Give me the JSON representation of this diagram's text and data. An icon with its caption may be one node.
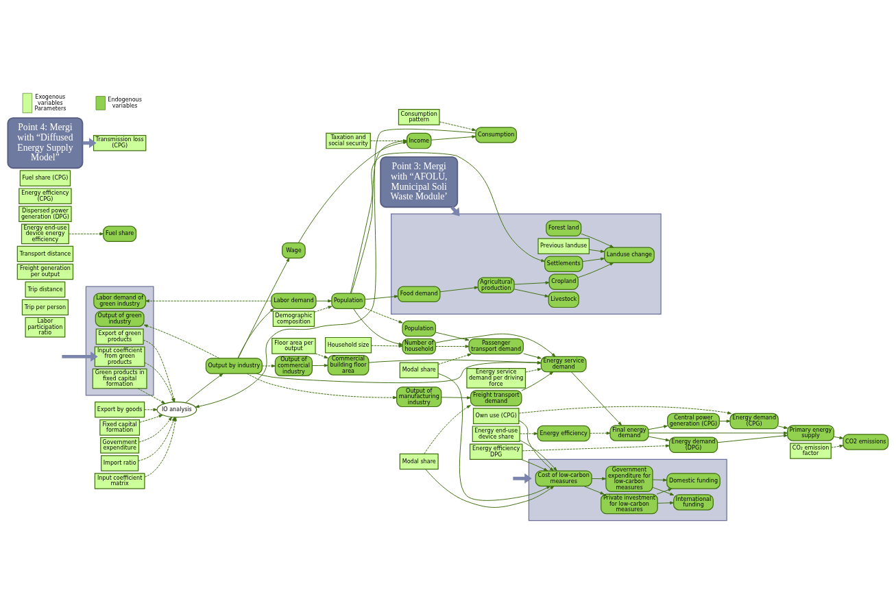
{
  "diagram": {
    "nodes": [
      {
        "text": [],
        "shape": "box"
      },
      {
        "text": [
          "Export of green products"
        ],
        "in": 0
      },
      {
        "text": [
          "Input coefficient from green products"
        ],
        "in": 0
      },
      {
        "text": [
          "Green products in fixed capital formation"
        ],
        "in": 0
      },
      {
        "text": [
          "Output of green industry"
        ],
        "in": 0
      },
      {
        "text": [
          "Labor demand of green industry"
        ],
        "in": 0
      },
      {
        "text": [
          "Export by goods"
        ]
      },
      {
        "text": [
          "Fixed capital formation"
        ]
      },
      {
        "text": [
          "Government expenditure"
        ]
      },
      {
        "text": [
          "Import ratio"
        ]
      },
      {
        "text": [
          "Input coefficient matrix"
        ]
      },
      {
        "text": [
          "IO analysis"
        ]
      },
      {
        "text": [
          "Output by industry"
        ]
      },
      {
        "text": [
          "Labor demand"
        ]
      },
      {
        "text": [
          "Wage"
        ]
      },
      {
        "text": [
          "Labor participation ratio"
        ]
      },
      {
        "text": [
          "Demographic composition"
        ]
      },
      {
        "text": [
          "Population"
        ]
      },
      {
        "text": [
          "Income"
        ]
      },
      {
        "text": [
          "Taxation and social security"
        ]
      },
      {
        "text": [
          "Consumption"
        ]
      },
      {
        "text": [
          "Consumption pattern"
        ]
      },
      {
        "text": [
          "Household size"
        ]
      },
      {
        "text": [
          "Population"
        ]
      },
      {
        "text": [
          "Number of household"
        ]
      },
      {
        "text": [
          "Output of commercial industry"
        ]
      },
      {
        "text": [
          "Output of manufacturing industry"
        ]
      },
      {
        "text": [
          "Floor area per output"
        ]
      },
      {
        "text": [
          "Commercial building floor area"
        ]
      },
      {
        "text": [
          "Freight transport demand"
        ]
      },
      {
        "text": [
          "Passenger transport demand"
        ]
      },
      {
        "text": [
          "Energy service demand per driving force"
        ]
      },
      {
        "text": [
          "Trip per person"
        ]
      },
      {
        "text": [
          "Trip distance"
        ]
      },
      {
        "text": [
          "Modal share"
        ]
      },
      {
        "text": [
          "Freight generation per output"
        ]
      },
      {
        "text": [
          "Transport distance"
        ]
      },
      {
        "text": [
          "Modal share"
        ]
      },
      {
        "text": [
          "Energy service demand"
        ]
      },
      {
        "text": [
          "Energy end-use device energy efficiency"
        ]
      },
      {
        "text": [
          "Energy end-use device share"
        ]
      },
      {
        "text": [
          "Fuel share"
        ]
      },
      {
        "text": [
          "Energy efficiency"
        ]
      },
      {
        "text": [
          "Final energy demand"
        ]
      },
      {
        "text": [
          "Dispersed power generation (DPG)"
        ]
      },
      {
        "text": [
          "Energy efficiency DPG"
        ]
      },
      {
        "text": [
          "Energy demand (DPG)"
        ]
      },
      {
        "text": [
          "Central power generation (CPG)"
        ]
      },
      {
        "text": [
          "Energy demand (CPG)"
        ]
      },
      {
        "text": [
          "Energy efficiency (CPG)"
        ]
      },
      {
        "text": [
          "Fuel share (CPG)"
        ]
      },
      {
        "text": [
          "Transmission loss (CPG)"
        ]
      },
      {
        "text": [
          "Own use (CPG)"
        ]
      },
      {
        "text": [
          "Primary energy supply"
        ]
      },
      {
        "text": [
          "CO₂ emission factor"
        ]
      },
      {
        "text": [
          "CO2 emissions"
        ]
      },
      {
        "text": [],
        "shape": "box"
      },
      {
        "text": [
          "Cost of low-carbon measures"
        ],
        "in": 56
      },
      {
        "text": [
          "Private investment for low-carbon measures"
        ],
        "in": 56
      },
      {
        "text": [
          "Government expenditure for low-carbon measures"
        ],
        "in": 56
      },
      {
        "text": [
          "International funding"
        ],
        "in": 56
      },
      {
        "text": [
          "Domestic funding"
        ],
        "in": 56
      },
      {
        "text": [],
        "shape": "box"
      },
      {
        "text": [
          "Agricultural production"
        ],
        "in": 62
      },
      {
        "text": [
          "Food demand"
        ],
        "in": 62
      },
      {
        "text": [
          "Livestock"
        ],
        "in": 62
      },
      {
        "text": [
          "Cropland"
        ],
        "in": 62
      },
      {
        "text": [
          "Forest land"
        ],
        "in": 62
      },
      {
        "text": [
          "Settlements"
        ],
        "in": 62
      },
      {
        "text": [
          "Previous landuse"
        ],
        "in": 62
      },
      {
        "text": [
          "Landuse change"
        ],
        "in": 62
      },
      {
        "text": [
          "Point 3: Mergi with “AFOLU, Municipal Soli Waste Module’"
        ]
      },
      {
        "text": [
          "Point 4: Mergi with “Diffused Energy Supply Model”"
        ]
      }
    ],
    "edges": [
      {
        "from": 1,
        "to": 11,
        "arrow": "to",
        "style": "dashed"
      },
      {
        "from": 2,
        "to": 11,
        "arrow": "to",
        "style": "dashed"
      },
      {
        "from": 3,
        "to": 11,
        "arrow": "to",
        "style": "dashed"
      },
      {
        "from": 6,
        "to": 11,
        "arrow": "to",
        "style": "dashed"
      },
      {
        "from": 7,
        "to": 11,
        "arrow": "to",
        "style": "dashed"
      },
      {
        "from": 8,
        "to": 11,
        "arrow": "to",
        "style": "dashed"
      },
      {
        "from": 9,
        "to": 11,
        "arrow": "to",
        "style": "dashed"
      },
      {
        "from": 10,
        "to": 11,
        "arrow": "to",
        "style": "dashed"
      },
      {
        "from": 11,
        "to": 12,
        "arrow": "to"
      },
      {
        "from": 12,
        "to": 4,
        "arrow": "to",
        "style": "dashed"
      },
      {
        "from": 12,
        "to": 13,
        "arrow": "to"
      },
      {
        "from": 12,
        "to": 14,
        "arrow": "to"
      },
      {
        "from": 13,
        "to": 5,
        "arrow": "to",
        "style": "dashed"
      },
      {
        "from": 13,
        "to": 17,
        "arrow": "to"
      },
      {
        "from": 16,
        "to": 17,
        "arrow": "to",
        "style": "dashed"
      },
      {
        "from": 14,
        "to": 18,
        "arrow": "to"
      },
      {
        "from": 17,
        "to": 18,
        "arrow": "to"
      },
      {
        "from": 17,
        "to": 24,
        "arrow": "to"
      },
      {
        "from": 17,
        "to": 23,
        "arrow": "to",
        "style": "dashed"
      },
      {
        "from": 19,
        "to": 18,
        "arrow": "to",
        "style": "dashed"
      },
      {
        "from": 18,
        "to": 20,
        "arrow": "to"
      },
      {
        "from": 21,
        "to": 20,
        "arrow": "to",
        "style": "dashed"
      },
      {
        "from": 20,
        "to": 11,
        "arrow": "to"
      },
      {
        "from": 22,
        "to": 24,
        "arrow": "to",
        "style": "dashed"
      },
      {
        "from": 12,
        "to": 25,
        "arrow": "to",
        "style": "dashed"
      },
      {
        "from": 12,
        "to": 26,
        "arrow": "to",
        "style": "dashed"
      },
      {
        "from": 25,
        "to": 28,
        "arrow": "to"
      },
      {
        "from": 27,
        "to": 28,
        "arrow": "to",
        "style": "dashed"
      },
      {
        "from": 26,
        "to": 29,
        "arrow": "to"
      },
      {
        "from": 37,
        "to": 29,
        "arrow": "to",
        "style": "dashed"
      },
      {
        "from": 23,
        "to": 30,
        "arrow": "to"
      },
      {
        "from": 24,
        "to": 30,
        "arrow": "to",
        "style": "dashed"
      },
      {
        "from": 34,
        "to": 30,
        "arrow": "to",
        "style": "dashed"
      },
      {
        "from": 12,
        "to": 38,
        "arrow": "to"
      },
      {
        "from": 28,
        "to": 38,
        "arrow": "to"
      },
      {
        "from": 29,
        "to": 38,
        "arrow": "to"
      },
      {
        "from": 30,
        "to": 38,
        "arrow": "to"
      },
      {
        "from": 24,
        "to": 38,
        "arrow": "to"
      },
      {
        "from": 31,
        "to": 38,
        "arrow": "to",
        "style": "dashed"
      },
      {
        "from": 38,
        "to": 43,
        "arrow": "to"
      },
      {
        "from": 39,
        "to": 41,
        "arrow": "to",
        "style": "dashed"
      },
      {
        "from": 40,
        "to": 42,
        "arrow": "to",
        "style": "dashed"
      },
      {
        "from": 42,
        "to": 43,
        "arrow": "to",
        "style": "dashed"
      },
      {
        "from": 43,
        "to": 46,
        "arrow": "to"
      },
      {
        "from": 43,
        "to": 47,
        "arrow": "to"
      },
      {
        "from": 43,
        "to": 53,
        "arrow": "to"
      },
      {
        "from": 45,
        "to": 46,
        "arrow": "to",
        "style": "dashed"
      },
      {
        "from": 47,
        "to": 48,
        "arrow": "to"
      },
      {
        "from": 52,
        "to": 48,
        "arrow": "to",
        "style": "dashed"
      },
      {
        "from": 46,
        "to": 53,
        "arrow": "to"
      },
      {
        "from": 48,
        "to": 53,
        "arrow": "to"
      },
      {
        "from": 53,
        "to": 55,
        "arrow": "to"
      },
      {
        "from": 54,
        "to": 55,
        "arrow": "to",
        "style": "dashed"
      },
      {
        "from": 40,
        "to": 57,
        "arrow": "to"
      },
      {
        "from": 45,
        "to": 57,
        "arrow": "to"
      },
      {
        "from": 34,
        "to": 57,
        "arrow": "to"
      },
      {
        "from": 37,
        "to": 57,
        "arrow": "to"
      },
      {
        "from": 52,
        "to": 57,
        "arrow": "to"
      },
      {
        "from": 57,
        "to": 58,
        "arrow": "to"
      },
      {
        "from": 57,
        "to": 59,
        "arrow": "to"
      },
      {
        "from": 58,
        "to": 60,
        "arrow": "to"
      },
      {
        "from": 58,
        "to": 61,
        "arrow": "to"
      },
      {
        "from": 59,
        "to": 60,
        "arrow": "to"
      },
      {
        "from": 59,
        "to": 61,
        "arrow": "to"
      },
      {
        "from": 17,
        "to": 64,
        "arrow": "to"
      },
      {
        "from": 17,
        "to": 68,
        "arrow": "to"
      },
      {
        "from": 64,
        "to": 63,
        "arrow": "to"
      },
      {
        "from": 63,
        "to": 65,
        "arrow": "to"
      },
      {
        "from": 63,
        "to": 66,
        "arrow": "to"
      },
      {
        "from": 66,
        "to": 70,
        "arrow": "to"
      },
      {
        "from": 67,
        "to": 70,
        "arrow": "to"
      },
      {
        "from": 68,
        "to": 70,
        "arrow": "to"
      },
      {
        "from": 69,
        "to": 70,
        "arrow": "to"
      },
      {
        "from": 71,
        "to": 62,
        "arrow": "to",
        "style": "thick",
        "color": "#7a84ad"
      },
      {
        "from": 72,
        "to": 51,
        "arrow": "to",
        "style": "thick",
        "color": "#7a84ad"
      },
      {
        "from": null,
        "to": 2,
        "arrow": "to",
        "style": "thick",
        "color": "#7a84ad"
      },
      {
        "from": null,
        "to": 56,
        "arrow": "to",
        "style": "thick",
        "color": "#7a84ad"
      }
    ],
    "legend": [
      {
        "text": "Exogenous variables Parameters",
        "color": "#ccff99"
      },
      {
        "text": "Endogenous variables",
        "color": "#92d050"
      }
    ]
  }
}
